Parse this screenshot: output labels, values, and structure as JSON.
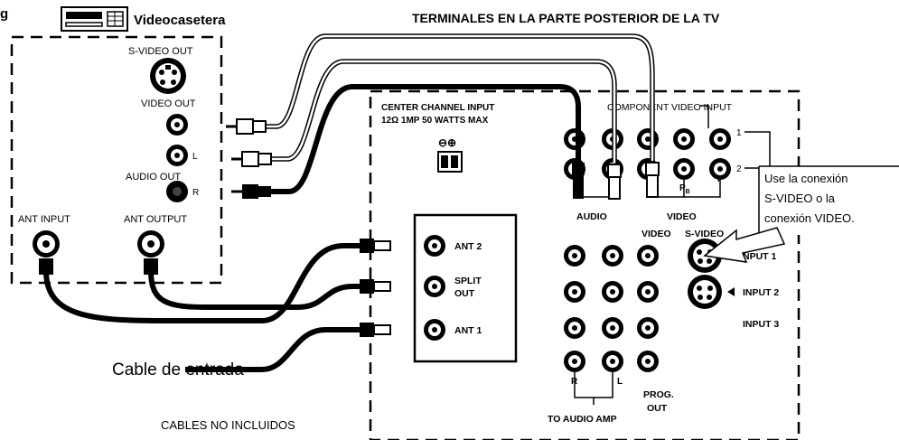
{
  "header": {
    "top_left_fragment": "g",
    "vcr_label": "Videocasetera",
    "tv_title": "TERMINALES EN LA PARTE POSTERIOR DE LA TV"
  },
  "vcr": {
    "svideo_out": "S-VIDEO OUT",
    "video_out": "VIDEO OUT",
    "audio_out": "AUDIO OUT",
    "l": "L",
    "r": "R",
    "ant_input": "ANT INPUT",
    "ant_output": "ANT OUTPUT"
  },
  "tv": {
    "center_channel": "CENTER CHANNEL INPUT",
    "center_spec": "12Ω 1MP  50 WATTS  MAX",
    "polarity": "⊖⊕",
    "component_video_input": "COMPONENT VIDEO INPUT",
    "row1": "1",
    "row2": "2",
    "pb": "P",
    "pb_sub": "B",
    "y": "Y",
    "audio": "AUDIO",
    "video": "VIDEO",
    "video_col": "VIDEO",
    "svideo_col": "S-VIDEO",
    "input1_partial": "NPUT 1",
    "input2": "INPUT 2",
    "input3": "INPUT 3",
    "r": "R",
    "l": "L",
    "to_audio_amp": "TO AUDIO AMP",
    "prog_out_1": "PROG.",
    "prog_out_2": "OUT"
  },
  "antenna": {
    "ant2": "ANT 2",
    "split_1": "SPLIT",
    "split_2": "OUT",
    "ant1": "ANT 1"
  },
  "callout": {
    "line1": "Use la conexión",
    "line2": "S-VIDEO o la",
    "line3": "conexión VIDEO."
  },
  "labels": {
    "cable_entrada": "Cable de entrada",
    "cables_no_incluidos": "CABLES NO INCLUIDOS"
  }
}
